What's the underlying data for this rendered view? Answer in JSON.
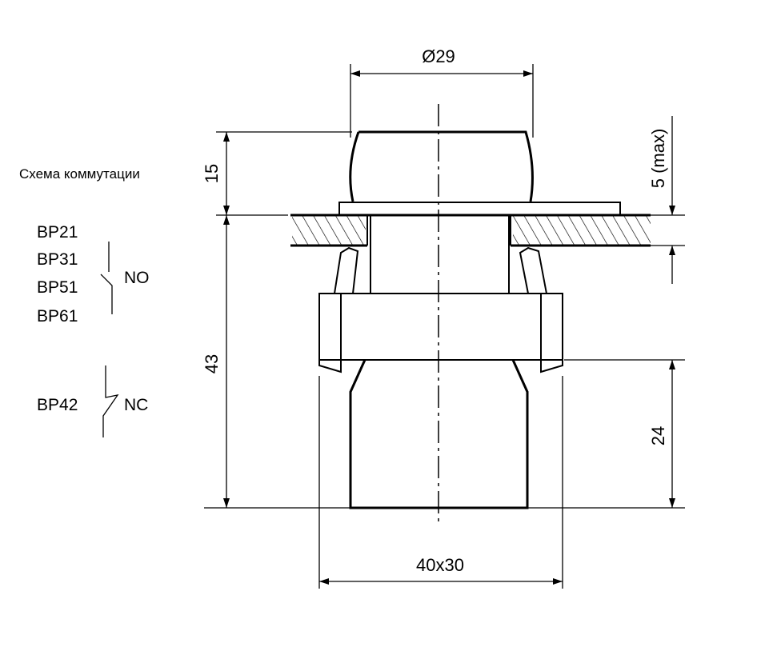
{
  "title": "Схема коммутации",
  "contacts": {
    "no_models": [
      "BP21",
      "BP31",
      "BP51",
      "BP61"
    ],
    "no_label": "NO",
    "nc_models": [
      "BP42"
    ],
    "nc_label": "NC"
  },
  "dimensions": {
    "diameter": "Ø29",
    "cap_height": "15",
    "body_height": "43",
    "panel_thickness": "5 (max)",
    "lower_height": "24",
    "base_size": "40x30"
  },
  "colors": {
    "line": "#000000",
    "background": "#ffffff"
  }
}
